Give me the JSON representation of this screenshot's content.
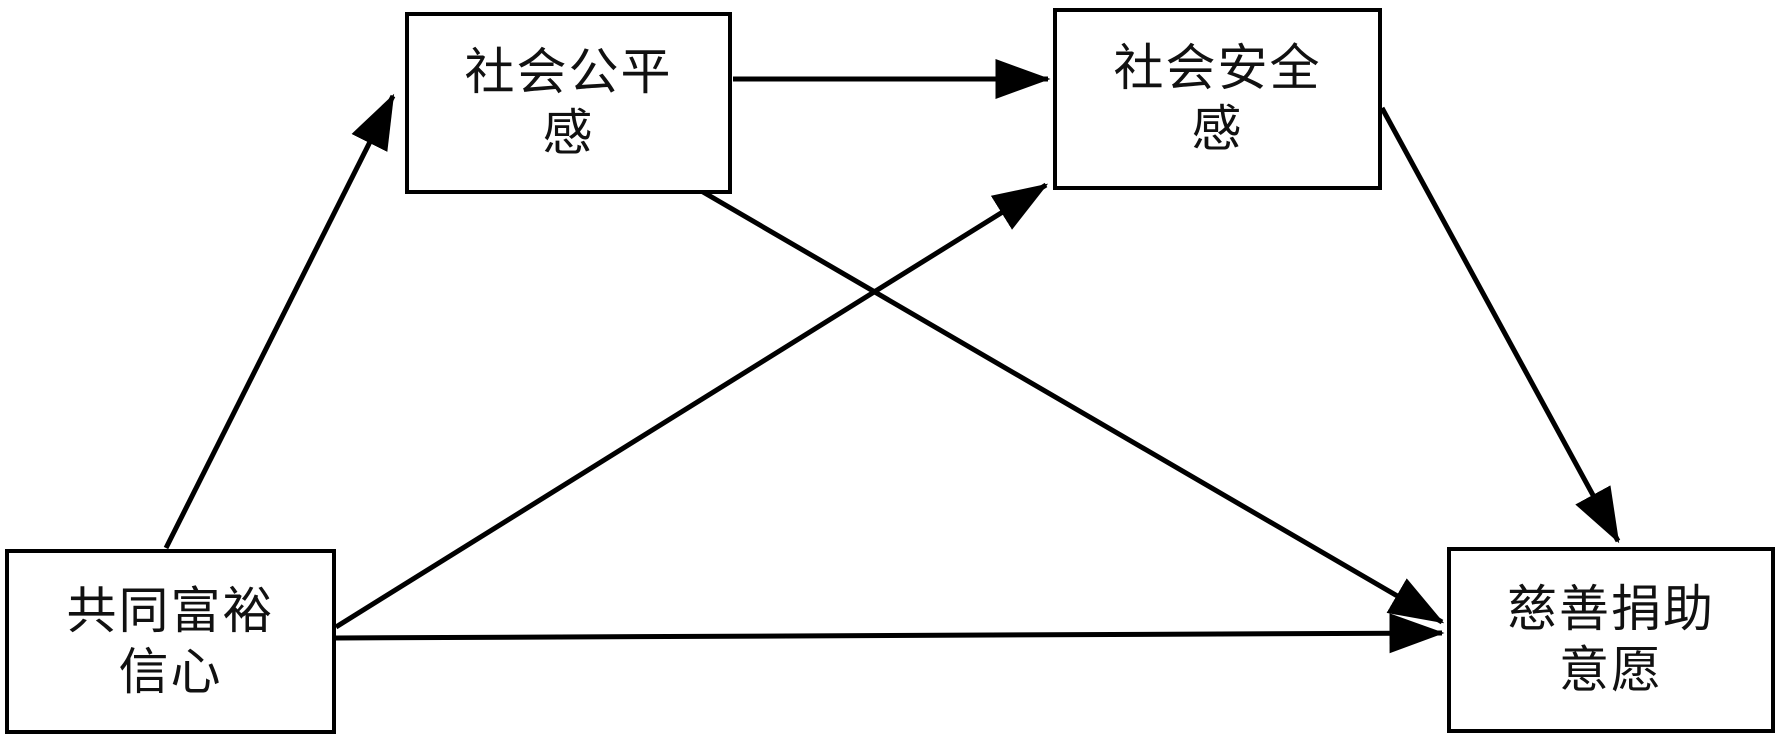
{
  "diagram": {
    "type": "path-model",
    "title": "",
    "stroke_color": "#000000",
    "node_fill_color": "#ffffff",
    "nodes": [
      {
        "id": "fairness",
        "label": "社会公平\n感",
        "label_plain": "社会公平感",
        "position": "top-left"
      },
      {
        "id": "security",
        "label": "社会安全\n感",
        "label_plain": "社会安全感",
        "position": "top-right"
      },
      {
        "id": "confidence",
        "label": "共同富裕\n信心",
        "label_plain": "共同富裕信心",
        "position": "bottom-left"
      },
      {
        "id": "donation",
        "label": "慈善捐助\n意愿",
        "label_plain": "慈善捐助意愿",
        "position": "bottom-right"
      }
    ],
    "edges": [
      {
        "id": "edge-fairness-to-security",
        "from": "fairness",
        "to": "security",
        "label": "",
        "style": "solid-arrow"
      },
      {
        "id": "edge-confidence-to-fairness",
        "from": "confidence",
        "to": "fairness",
        "label": "",
        "style": "solid-arrow"
      },
      {
        "id": "edge-confidence-to-security",
        "from": "confidence",
        "to": "security",
        "label": "",
        "style": "solid-arrow"
      },
      {
        "id": "edge-confidence-to-donation",
        "from": "confidence",
        "to": "donation",
        "label": "",
        "style": "solid-arrow"
      },
      {
        "id": "edge-fairness-to-donation",
        "from": "fairness",
        "to": "donation",
        "label": "",
        "style": "solid-arrow"
      },
      {
        "id": "edge-security-to-donation",
        "from": "security",
        "to": "donation",
        "label": "",
        "style": "solid-arrow"
      }
    ]
  }
}
